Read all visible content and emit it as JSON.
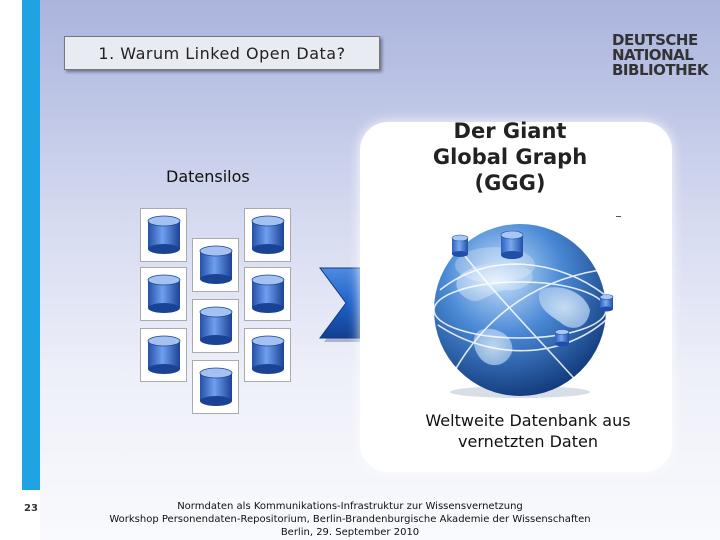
{
  "slide": {
    "title": "1. Warum Linked Open Data?",
    "logo_lines": [
      "DEUTSCHE",
      "NATIONAL",
      "BIBLIOTHEK"
    ],
    "silos_label": "Datensilos",
    "ggg_title": "Der Giant Global Graph (GGG)",
    "ggg_caption": "Weltweite Datenbank aus vernetzten Daten",
    "page_number": "23",
    "footer_lines": [
      "Normdaten als Kommunikations-Infrastruktur zur Wissensvernetzung",
      "Workshop Personendaten-Repositorium, Berlin-Brandenburgische Akademie der Wissenschaften",
      "Berlin, 29. September 2010"
    ]
  },
  "colors": {
    "accent_bar": "#1fa3e2",
    "database_blue": "#3a6fd0",
    "arrow_blue": "#1f62c9",
    "globe_blue": "#1e5bb0"
  },
  "icons": {
    "silo": "database-icon",
    "arrow": "chevron-arrow-icon",
    "globe": "globe-icon"
  }
}
